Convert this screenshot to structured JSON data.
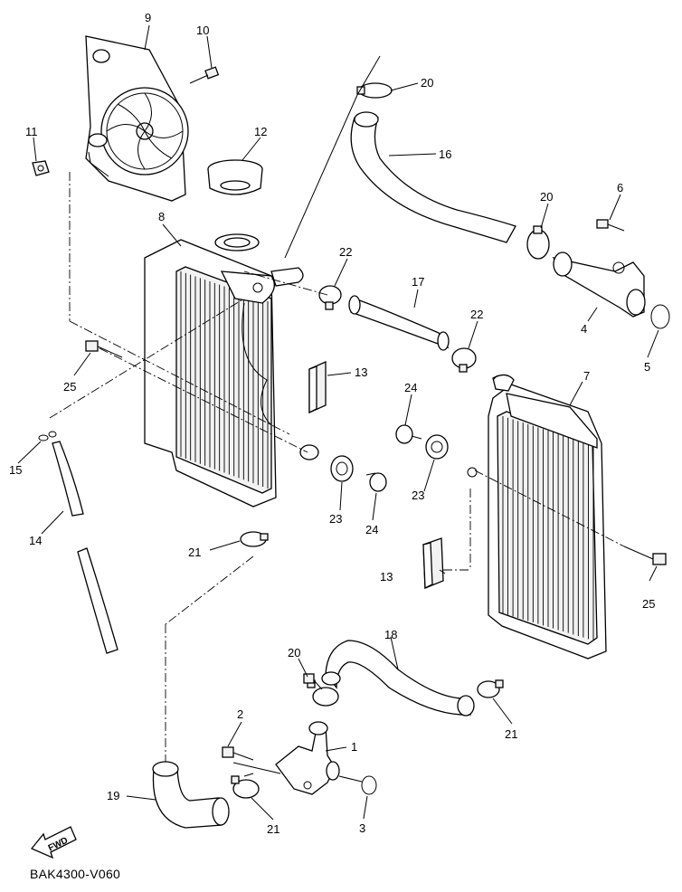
{
  "diagram_code": "BAK4300-V060",
  "fwd_label": "FWD",
  "callouts": {
    "c1": "1",
    "c2": "2",
    "c3": "3",
    "c4": "4",
    "c5": "5",
    "c6": "6",
    "c7": "7",
    "c8": "8",
    "c9": "9",
    "c10": "10",
    "c11": "11",
    "c12": "12",
    "c13a": "13",
    "c13b": "13",
    "c14": "14",
    "c15": "15",
    "c16": "16",
    "c17": "17",
    "c18": "18",
    "c19": "19",
    "c20a": "20",
    "c20b": "20",
    "c20c": "20",
    "c21a": "21",
    "c21b": "21",
    "c21c": "21",
    "c22a": "22",
    "c22b": "22",
    "c23a": "23",
    "c23b": "23",
    "c24a": "24",
    "c24b": "24",
    "c25a": "25",
    "c25b": "25"
  }
}
